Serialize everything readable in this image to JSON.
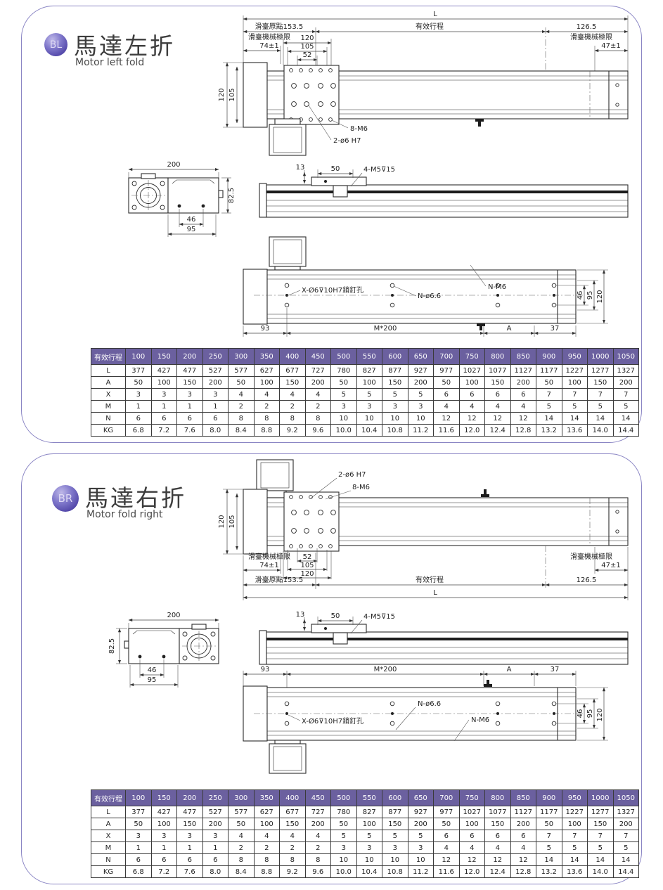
{
  "page": {
    "bg": "#ffffff",
    "accent_border": "#8a85c4",
    "table_header_bg": "#6b609f"
  },
  "sections": {
    "bl": {
      "badge": "BL",
      "title_zh": "馬達左折",
      "title_en": "Motor left fold"
    },
    "br": {
      "badge": "BR",
      "title_zh": "馬達右折",
      "title_en": "Motor fold right"
    }
  },
  "dims": {
    "overall": "L",
    "origin": "滑臺原點153.5",
    "stroke": "有效行程",
    "right_offset": "126.5",
    "mech_limit": "滑臺機械極限",
    "limit_left": "74±1",
    "limit_right": "47±1",
    "w120": "120",
    "w105": "105",
    "w52": "52",
    "h120": "120",
    "h105": "105",
    "holes_m6": "8-M6",
    "holes_h7": "2-ø6 H7",
    "sec_w": "200",
    "sec_h": "82.5",
    "sec46": "46",
    "sec95": "95",
    "s13": "13",
    "s50": "50",
    "s_tap": "4-M5⊽15",
    "pin": "X-Ø6⊽10H7銷釘孔",
    "nd66": "N-ø6.6",
    "nm6": "N-M6",
    "b46": "46",
    "b95": "95",
    "b120": "120",
    "b93": "93",
    "bm200": "M*200",
    "bA": "A",
    "b37": "37"
  },
  "table": {
    "header_label": "有效行程",
    "strokes": [
      "100",
      "150",
      "200",
      "250",
      "300",
      "350",
      "400",
      "450",
      "500",
      "550",
      "600",
      "650",
      "700",
      "750",
      "800",
      "850",
      "900",
      "950",
      "1000",
      "1050"
    ],
    "rows": [
      {
        "label": "L",
        "values": [
          "377",
          "427",
          "477",
          "527",
          "577",
          "627",
          "677",
          "727",
          "780",
          "827",
          "877",
          "927",
          "977",
          "1027",
          "1077",
          "1127",
          "1177",
          "1227",
          "1277",
          "1327"
        ]
      },
      {
        "label": "A",
        "values": [
          "50",
          "100",
          "150",
          "200",
          "50",
          "100",
          "150",
          "200",
          "50",
          "100",
          "150",
          "200",
          "50",
          "100",
          "150",
          "200",
          "50",
          "100",
          "150",
          "200"
        ]
      },
      {
        "label": "X",
        "values": [
          "3",
          "3",
          "3",
          "3",
          "4",
          "4",
          "4",
          "4",
          "5",
          "5",
          "5",
          "5",
          "6",
          "6",
          "6",
          "6",
          "7",
          "7",
          "7",
          "7"
        ]
      },
      {
        "label": "M",
        "values": [
          "1",
          "1",
          "1",
          "1",
          "2",
          "2",
          "2",
          "2",
          "3",
          "3",
          "3",
          "3",
          "4",
          "4",
          "4",
          "4",
          "5",
          "5",
          "5",
          "5"
        ]
      },
      {
        "label": "N",
        "values": [
          "6",
          "6",
          "6",
          "6",
          "8",
          "8",
          "8",
          "8",
          "10",
          "10",
          "10",
          "10",
          "12",
          "12",
          "12",
          "12",
          "14",
          "14",
          "14",
          "14"
        ]
      },
      {
        "label": "KG",
        "values": [
          "6.8",
          "7.2",
          "7.6",
          "8.0",
          "8.4",
          "8.8",
          "9.2",
          "9.6",
          "10.0",
          "10.4",
          "10.8",
          "11.2",
          "11.6",
          "12.0",
          "12.4",
          "12.8",
          "13.2",
          "13.6",
          "14.0",
          "14.4"
        ]
      }
    ]
  }
}
